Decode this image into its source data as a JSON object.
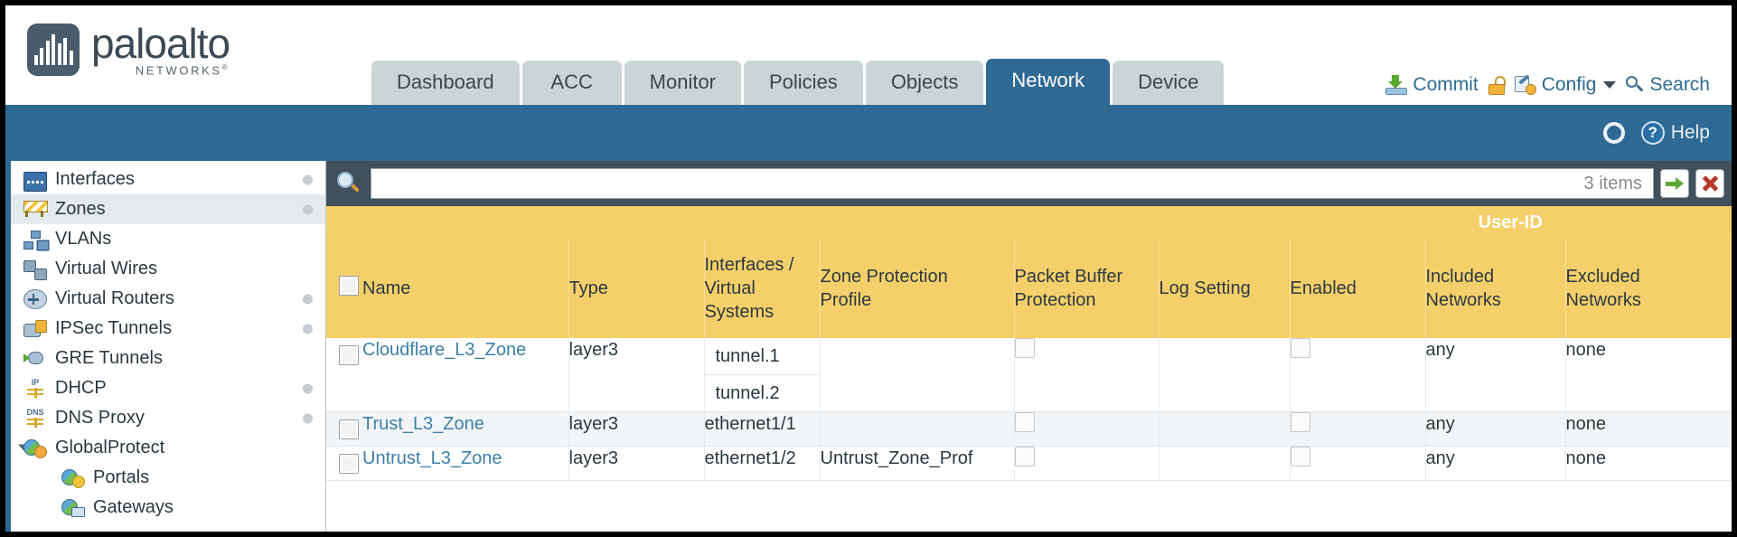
{
  "brand": {
    "name": "paloalto",
    "tagline": "NETWORKS",
    "registered": "®"
  },
  "nav": {
    "tabs": [
      {
        "label": "Dashboard",
        "active": false
      },
      {
        "label": "ACC",
        "active": false
      },
      {
        "label": "Monitor",
        "active": false
      },
      {
        "label": "Policies",
        "active": false
      },
      {
        "label": "Objects",
        "active": false
      },
      {
        "label": "Network",
        "active": true
      },
      {
        "label": "Device",
        "active": false
      }
    ]
  },
  "top_actions": {
    "commit": "Commit",
    "lock_icon": "padlock-icon",
    "config": "Config",
    "search": "Search"
  },
  "blue_bar": {
    "refresh_icon": "refresh-icon",
    "help": "Help"
  },
  "sidebar": {
    "items": [
      {
        "label": "Interfaces",
        "icon": "interfaces-icon",
        "dot": true,
        "selected": false,
        "child": false,
        "expander": false
      },
      {
        "label": "Zones",
        "icon": "zones-icon",
        "dot": true,
        "selected": true,
        "child": false,
        "expander": false
      },
      {
        "label": "VLANs",
        "icon": "vlans-icon",
        "dot": false,
        "selected": false,
        "child": false,
        "expander": false
      },
      {
        "label": "Virtual Wires",
        "icon": "virtual-wires-icon",
        "dot": false,
        "selected": false,
        "child": false,
        "expander": false
      },
      {
        "label": "Virtual Routers",
        "icon": "virtual-routers-icon",
        "dot": true,
        "selected": false,
        "child": false,
        "expander": false
      },
      {
        "label": "IPSec Tunnels",
        "icon": "ipsec-tunnels-icon",
        "dot": true,
        "selected": false,
        "child": false,
        "expander": false
      },
      {
        "label": "GRE Tunnels",
        "icon": "gre-tunnels-icon",
        "dot": false,
        "selected": false,
        "child": false,
        "expander": false
      },
      {
        "label": "DHCP",
        "icon": "dhcp-icon",
        "dot": true,
        "selected": false,
        "child": false,
        "expander": false
      },
      {
        "label": "DNS Proxy",
        "icon": "dns-proxy-icon",
        "dot": true,
        "selected": false,
        "child": false,
        "expander": false
      },
      {
        "label": "GlobalProtect",
        "icon": "globalprotect-icon",
        "dot": false,
        "selected": false,
        "child": false,
        "expander": true
      },
      {
        "label": "Portals",
        "icon": "portals-icon",
        "dot": false,
        "selected": false,
        "child": true,
        "expander": false
      },
      {
        "label": "Gateways",
        "icon": "gateways-icon",
        "dot": false,
        "selected": false,
        "child": true,
        "expander": false
      }
    ]
  },
  "filter": {
    "search_icon": "search-icon",
    "value": "",
    "placeholder": "",
    "item_count": "3 items",
    "apply_icon": "green-arrow-icon",
    "clear_icon": "red-x-icon"
  },
  "table": {
    "group_header": {
      "label": "User-ID",
      "spans": 3
    },
    "columns": [
      "Name",
      "Type",
      "Interfaces / Virtual Systems",
      "Zone Protection Profile",
      "Packet Buffer Protection",
      "Log Setting",
      "Enabled",
      "Included Networks",
      "Excluded Networks"
    ],
    "columns_multiline": [
      [
        "Name"
      ],
      [
        "Type"
      ],
      [
        "Interfaces /",
        "Virtual",
        "Systems"
      ],
      [
        "Zone Protection",
        "Profile"
      ],
      [
        "Packet Buffer",
        "Protection"
      ],
      [
        "Log Setting"
      ],
      [
        "Enabled"
      ],
      [
        "Included",
        "Networks"
      ],
      [
        "Excluded",
        "Networks"
      ]
    ],
    "rows": [
      {
        "selected": false,
        "name": "Cloudflare_L3_Zone",
        "type": "layer3",
        "interfaces": [
          "tunnel.1",
          "tunnel.2"
        ],
        "zone_protection_profile": "",
        "packet_buffer_protection": false,
        "log_setting": "",
        "userid_enabled": false,
        "included_networks": "any",
        "excluded_networks": "none"
      },
      {
        "selected": false,
        "name": "Trust_L3_Zone",
        "type": "layer3",
        "interfaces": [
          "ethernet1/1"
        ],
        "zone_protection_profile": "",
        "packet_buffer_protection": false,
        "log_setting": "",
        "userid_enabled": false,
        "included_networks": "any",
        "excluded_networks": "none"
      },
      {
        "selected": false,
        "name": "Untrust_L3_Zone",
        "type": "layer3",
        "interfaces": [
          "ethernet1/2"
        ],
        "zone_protection_profile": "Untrust_Zone_Prof",
        "packet_buffer_protection": false,
        "log_setting": "",
        "userid_enabled": false,
        "included_networks": "any",
        "excluded_networks": "none"
      }
    ]
  },
  "colors": {
    "brand_blue": "#2E6A93",
    "header_amber": "#F5D06A",
    "group_amber": "#E0B545",
    "filter_slate": "#41505A",
    "tab_inactive": "#CBD5D5",
    "link_blue": "#3C7FA8"
  }
}
